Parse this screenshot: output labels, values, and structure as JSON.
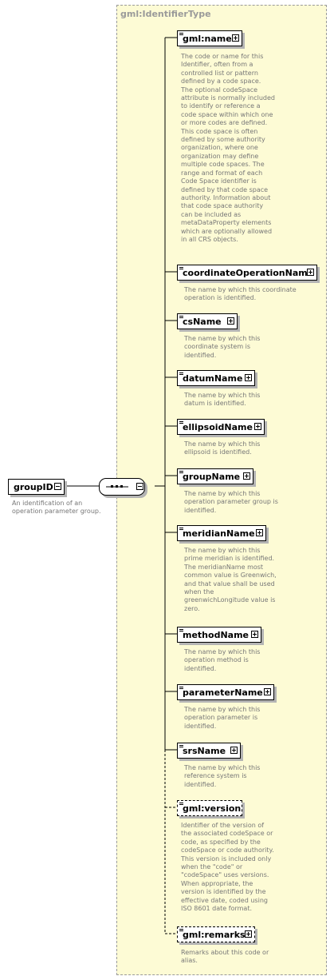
{
  "type_label": "gml:IdentifierType",
  "root": {
    "label": "groupID",
    "description": "An identification of an\noperation parameter group."
  },
  "elements": [
    {
      "label": "gml:name",
      "description": "The code or name for this\nIdentifier, often from a\ncontrolled list or pattern\ndefined by a code space.\nThe optional codeSpace\nattribute is normally included\nto identify or reference a\ncode space within which one\nor more codes are defined.\nThis code space is often\ndefined by some authority\norganization, where one\norganization may define\nmultiple code spaces. The\nrange and format of each\nCode Space identifier is\ndefined by that code space\nauthority. Information about\nthat code space authority\ncan be included as\nmetaDataProperty elements\nwhich are optionally allowed\nin all CRS objects."
    },
    {
      "label": "coordinateOperationName",
      "description": "The name by which this coordinate\noperation is identified."
    },
    {
      "label": "csName",
      "description": "The name by which this\ncoordinate system is\nidentified."
    },
    {
      "label": "datumName",
      "description": "The name by which this\ndatum is identified."
    },
    {
      "label": "ellipsoidName",
      "description": "The name by which this\nellipsoid is identified."
    },
    {
      "label": "groupName",
      "description": "The name by which this\noperation parameter group is\nidentified."
    },
    {
      "label": "meridianName",
      "description": "The name by which this\nprime meridian is identified.\nThe meridianName most\ncommon value is Greenwich,\nand that value shall be used\nwhen the\ngreenwichLongitude value is\nzero."
    },
    {
      "label": "methodName",
      "description": "The name by which this\noperation method is\nidentified."
    },
    {
      "label": "parameterName",
      "description": "The name by which this\noperation parameter is\nidentified."
    },
    {
      "label": "srsName",
      "description": "The name by which this\nreference system is\nidentified."
    },
    {
      "label": "gml:version",
      "description": "Identifier of the version of\nthe associated codeSpace or\ncode, as specified by the\ncodeSpace or code authority.\nThis version is included only\nwhen the \"code\" or\n\"codeSpace\" uses versions.\nWhen appropriate, the\nversion is identified by the\neffective date, coded using\nISO 8601 date format."
    },
    {
      "label": "gml:remarks",
      "description": "Remarks about this code or\nalias."
    }
  ]
}
